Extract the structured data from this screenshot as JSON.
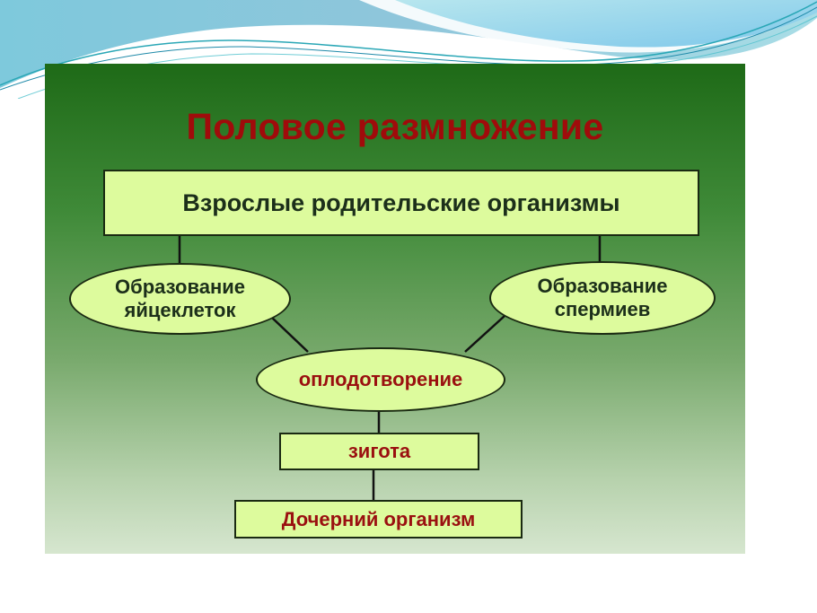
{
  "slide": {
    "title": "Половое размножение",
    "colors": {
      "title": "#a00b0b",
      "node_fill": "#ddfb9d",
      "node_border": "#1a2a12",
      "panel_top": "#1e6a17",
      "panel_bottom": "#d6e6cf",
      "accent_text": "#9a1010",
      "dark_text": "#1c2f1a"
    }
  },
  "diagram": {
    "nodes": {
      "parents": "Взрослые родительские организмы",
      "eggs_line1": "Образование",
      "eggs_line2": "яйцеклеток",
      "sperm_line1": "Образование",
      "sperm_line2": "спермиев",
      "fertilization": "оплодотворение",
      "zygote": "зигота",
      "offspring": "Дочерний организм"
    },
    "edges": [
      {
        "from": "parents",
        "to": "eggs"
      },
      {
        "from": "parents",
        "to": "sperm"
      },
      {
        "from": "eggs",
        "to": "fertilization"
      },
      {
        "from": "sperm",
        "to": "fertilization"
      },
      {
        "from": "fertilization",
        "to": "zygote"
      },
      {
        "from": "zygote",
        "to": "offspring"
      }
    ]
  }
}
